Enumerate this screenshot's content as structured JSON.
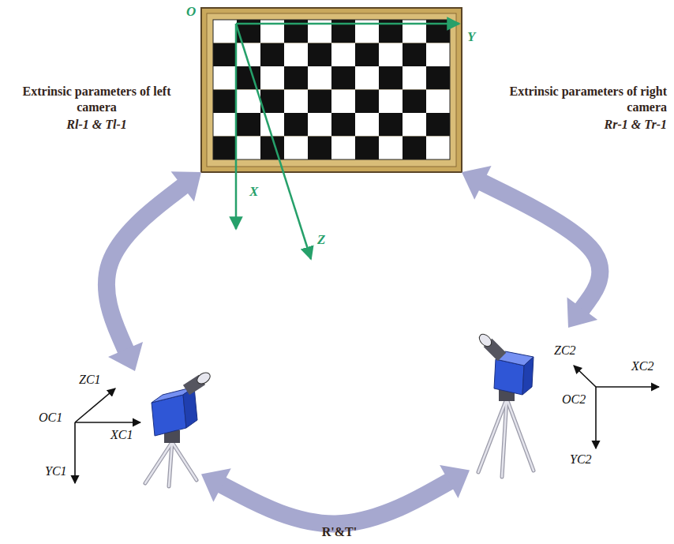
{
  "diagram": {
    "nodes": [
      {
        "text": [
          "O",
          "Y",
          "X",
          "Z"
        ]
      },
      {
        "text": [
          "ZC1",
          "OC1",
          "XC1",
          "YC1"
        ]
      },
      {
        "text": [
          "ZC2",
          "XC2",
          "OC2",
          "YC2"
        ]
      }
    ],
    "edges": [
      {
        "from": 0,
        "to": 1,
        "arrow": "both",
        "label": "Extrinsic parameters of left camera"
      },
      {
        "from": 0,
        "to": 2,
        "arrow": "both",
        "label": "Extrinsic parameters of right camera"
      },
      {
        "from": 1,
        "to": 2,
        "arrow": "both",
        "label": "R'&T'"
      }
    ],
    "labels": [
      "Rl-1 & Tl-1",
      "Rr-1 & Tr-1"
    ]
  }
}
